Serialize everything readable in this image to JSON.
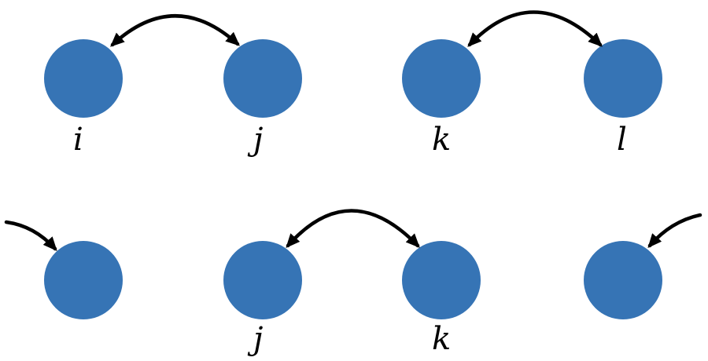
{
  "colors": {
    "node": "#3674b5",
    "arrow": "#000000",
    "background": "#ffffff"
  },
  "top_row": {
    "labels": {
      "n1": "i",
      "n2": "j",
      "n3": "k",
      "n4": "l"
    }
  },
  "bottom_row": {
    "labels": {
      "n1": "",
      "n2": "j",
      "n3": "k",
      "n4": ""
    }
  }
}
